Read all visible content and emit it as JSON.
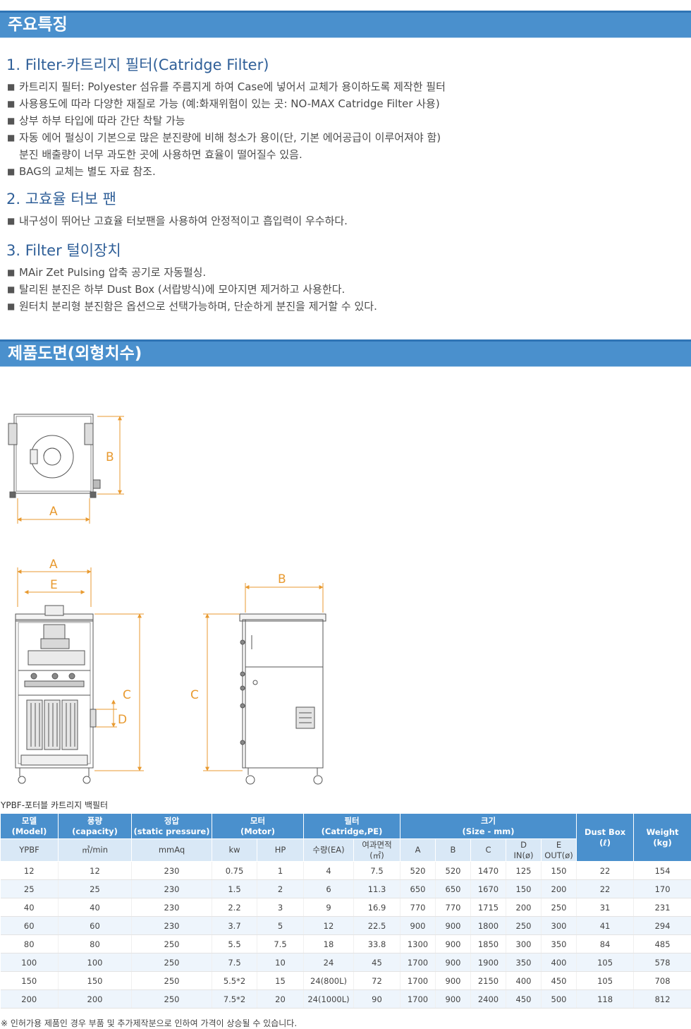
{
  "sections": {
    "features_title": "주요특징",
    "drawing_title": "제품도면(외형치수)"
  },
  "features": [
    {
      "title": "1. Filter-카트리지 필터(Catridge Filter)",
      "items": [
        "카트리지 필터: Polyester 섬유를 주름지게 하여 Case에 넣어서 교체가 용이하도록 제작한 필터",
        "사용용도에 따라 다양한 재질로 가능 (예:화재위험이 있는 곳: NO-MAX Catridge Filter 사용)",
        "상부 하부 타입에 따라 간단 착탈 가능",
        "자동 에어 펄싱이 기본으로 많은 분진량에 비해 청소가 용이(단, 기본 에어공급이 이루어져야 함)",
        "BAG의 교체는 별도 자료 참조."
      ],
      "continuation": "분진 배출량이 너무 과도한 곳에 사용하면 효율이 떨어질수 있음."
    },
    {
      "title": "2. 고효율 터보 팬",
      "items": [
        "내구성이 뛰어난 고효율 터보팬을 사용하여 안정적이고 흡입력이 우수하다."
      ]
    },
    {
      "title": "3. Filter 털이장치",
      "items": [
        "MAir Zet Pulsing 압축 공기로 자동펄싱.",
        "탈리된 분진은 하부 Dust Box (서랍방식)에 모아지면 제거하고 사용한다.",
        "원터치 분리형 분진함은 옵션으로 선택가능하며, 단순하게 분진을 제거할 수 있다."
      ]
    }
  ],
  "bullet_glyph": "■",
  "drawing": {
    "label_a": "A",
    "label_b": "B",
    "label_c": "C",
    "label_d": "D",
    "label_e": "E",
    "dim_color": "#e89a30"
  },
  "table": {
    "caption": "YPBF-포터블 카트리지 백필터",
    "head_top": {
      "model": "모델\n(Model)",
      "capacity": "풍량\n(capacity)",
      "pressure": "정압\n(static pressure)",
      "motor": "모터\n(Motor)",
      "filter": "필터\n(Catridge,PE)",
      "size": "크기\n(Size - mm)",
      "dustbox": "Dust Box\n(ℓ)",
      "weight": "Weight\n(kg)"
    },
    "head_sub": {
      "model": "YPBF",
      "capacity": "㎥/min",
      "pressure": "mmAq",
      "kw": "kw",
      "hp": "HP",
      "qty": "수량(EA)",
      "area": "여과면적\n(㎡)",
      "a": "A",
      "b": "B",
      "c": "C",
      "d": "D\nIN(ø)",
      "e": "E\nOUT(ø)"
    },
    "rows": [
      [
        "12",
        "12",
        "230",
        "0.75",
        "1",
        "4",
        "7.5",
        "520",
        "520",
        "1470",
        "125",
        "150",
        "22",
        "154"
      ],
      [
        "25",
        "25",
        "230",
        "1.5",
        "2",
        "6",
        "11.3",
        "650",
        "650",
        "1670",
        "150",
        "200",
        "22",
        "170"
      ],
      [
        "40",
        "40",
        "230",
        "2.2",
        "3",
        "9",
        "16.9",
        "770",
        "770",
        "1715",
        "200",
        "250",
        "31",
        "231"
      ],
      [
        "60",
        "60",
        "230",
        "3.7",
        "5",
        "12",
        "22.5",
        "900",
        "900",
        "1800",
        "250",
        "300",
        "41",
        "294"
      ],
      [
        "80",
        "80",
        "250",
        "5.5",
        "7.5",
        "18",
        "33.8",
        "1300",
        "900",
        "1850",
        "300",
        "350",
        "84",
        "485"
      ],
      [
        "100",
        "100",
        "250",
        "7.5",
        "10",
        "24",
        "45",
        "1700",
        "900",
        "1900",
        "350",
        "400",
        "105",
        "578"
      ],
      [
        "150",
        "150",
        "250",
        "5.5*2",
        "15",
        "24(800L)",
        "72",
        "1700",
        "900",
        "2150",
        "400",
        "450",
        "105",
        "708"
      ],
      [
        "200",
        "200",
        "250",
        "7.5*2",
        "20",
        "24(1000L)",
        "90",
        "1700",
        "900",
        "2400",
        "450",
        "500",
        "118",
        "812"
      ]
    ]
  },
  "note": "※ 인허가용 제품인 경우 부품 및 추가제작분으로 인하여 가격이 상승될 수 있습니다."
}
